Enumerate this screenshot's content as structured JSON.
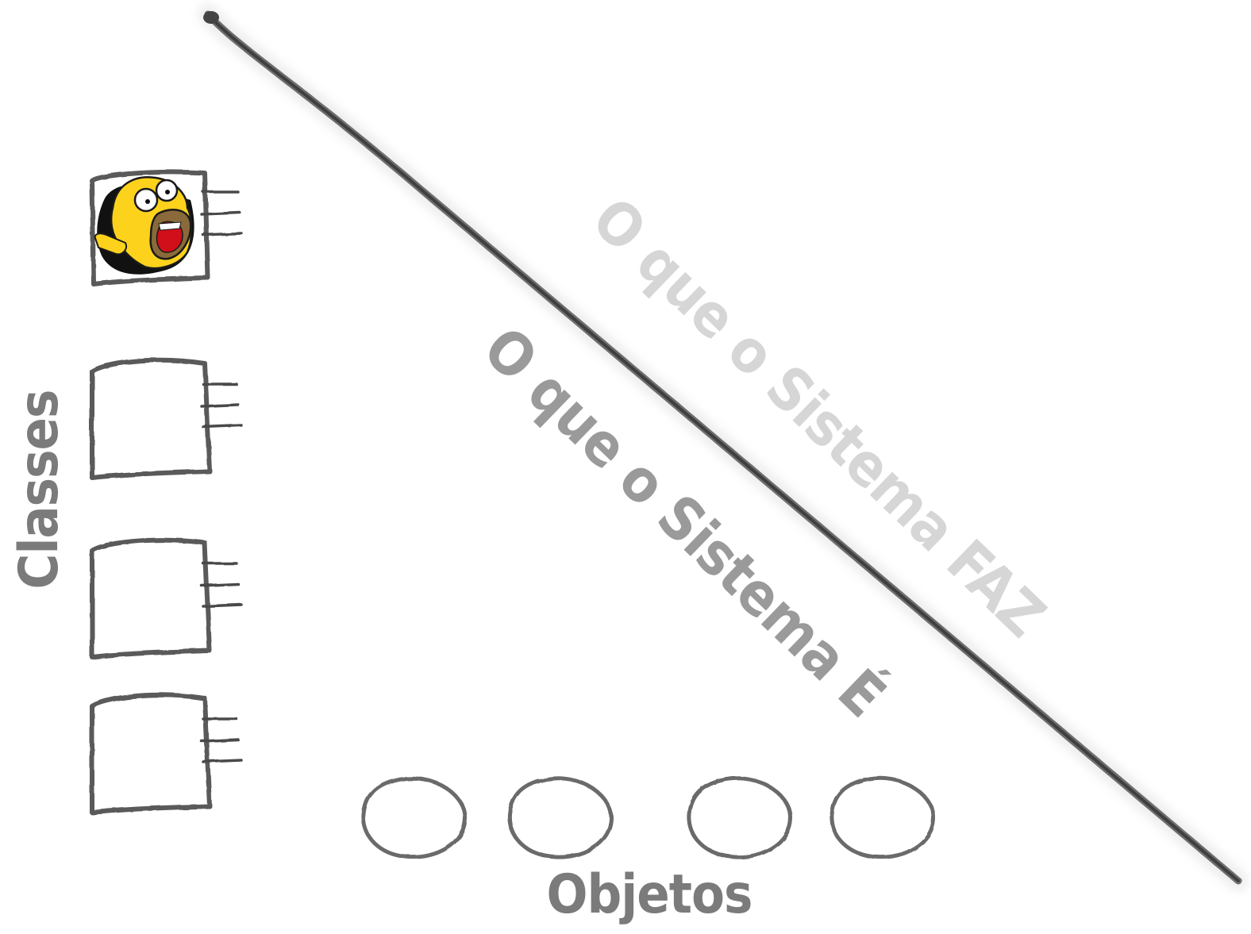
{
  "labels": {
    "system_does": "O que o Sistema FAZ",
    "system_is": "O que o Sistema É",
    "classes_axis": "Classes",
    "objects_axis": "Objetos"
  },
  "classes": [
    {
      "id": "class-1",
      "has_character": true
    },
    {
      "id": "class-2",
      "has_character": false
    },
    {
      "id": "class-3",
      "has_character": false
    },
    {
      "id": "class-4",
      "has_character": false
    }
  ],
  "objects": [
    {
      "id": "object-1"
    },
    {
      "id": "object-2"
    },
    {
      "id": "object-3"
    },
    {
      "id": "object-4"
    }
  ],
  "colors": {
    "faz_text": "#d6d6d6",
    "e_text": "#9a9a9a",
    "axis_text": "#7b7b7b",
    "sketch_stroke": "#5a5a5a",
    "character_yellow": "#fcd21c"
  },
  "icons": {
    "character": "screaming-cartoon-face-icon"
  }
}
